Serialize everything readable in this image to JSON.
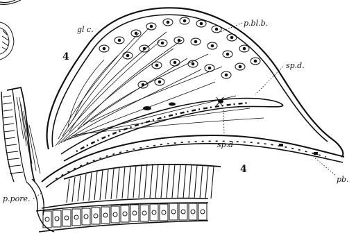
{
  "figure": {
    "labels": {
      "gland_cells": "gl c.",
      "poison_bulb": "p.bl.b.",
      "spine_duct_upper": "sp.d.",
      "spine_duct_lower": "sp.d",
      "poison_bulb_lower": "pb.",
      "poison_pore": "p.pore."
    },
    "numbers": {
      "left_region": "4",
      "lower_region": "4"
    }
  }
}
